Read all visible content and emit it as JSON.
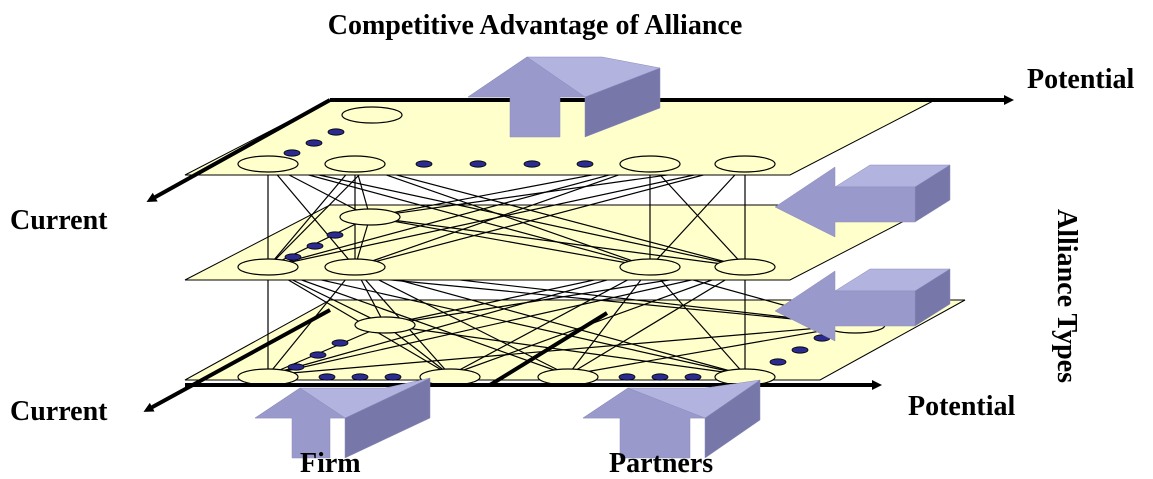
{
  "title": "Competitive Advantage of Alliance",
  "axes": {
    "top_right": "Potential",
    "top_left": "Current",
    "bottom_left": "Current",
    "bottom_right": "Potential"
  },
  "side_label": "Alliance Types",
  "inputs": {
    "firm": "Firm",
    "partners": "Partners"
  },
  "colors": {
    "plane_fill": "#ffffcc",
    "arrow_front": "#9999cc",
    "arrow_top": "#b3b3e0",
    "arrow_side": "#7777aa",
    "dot": "#2b2b8f"
  }
}
